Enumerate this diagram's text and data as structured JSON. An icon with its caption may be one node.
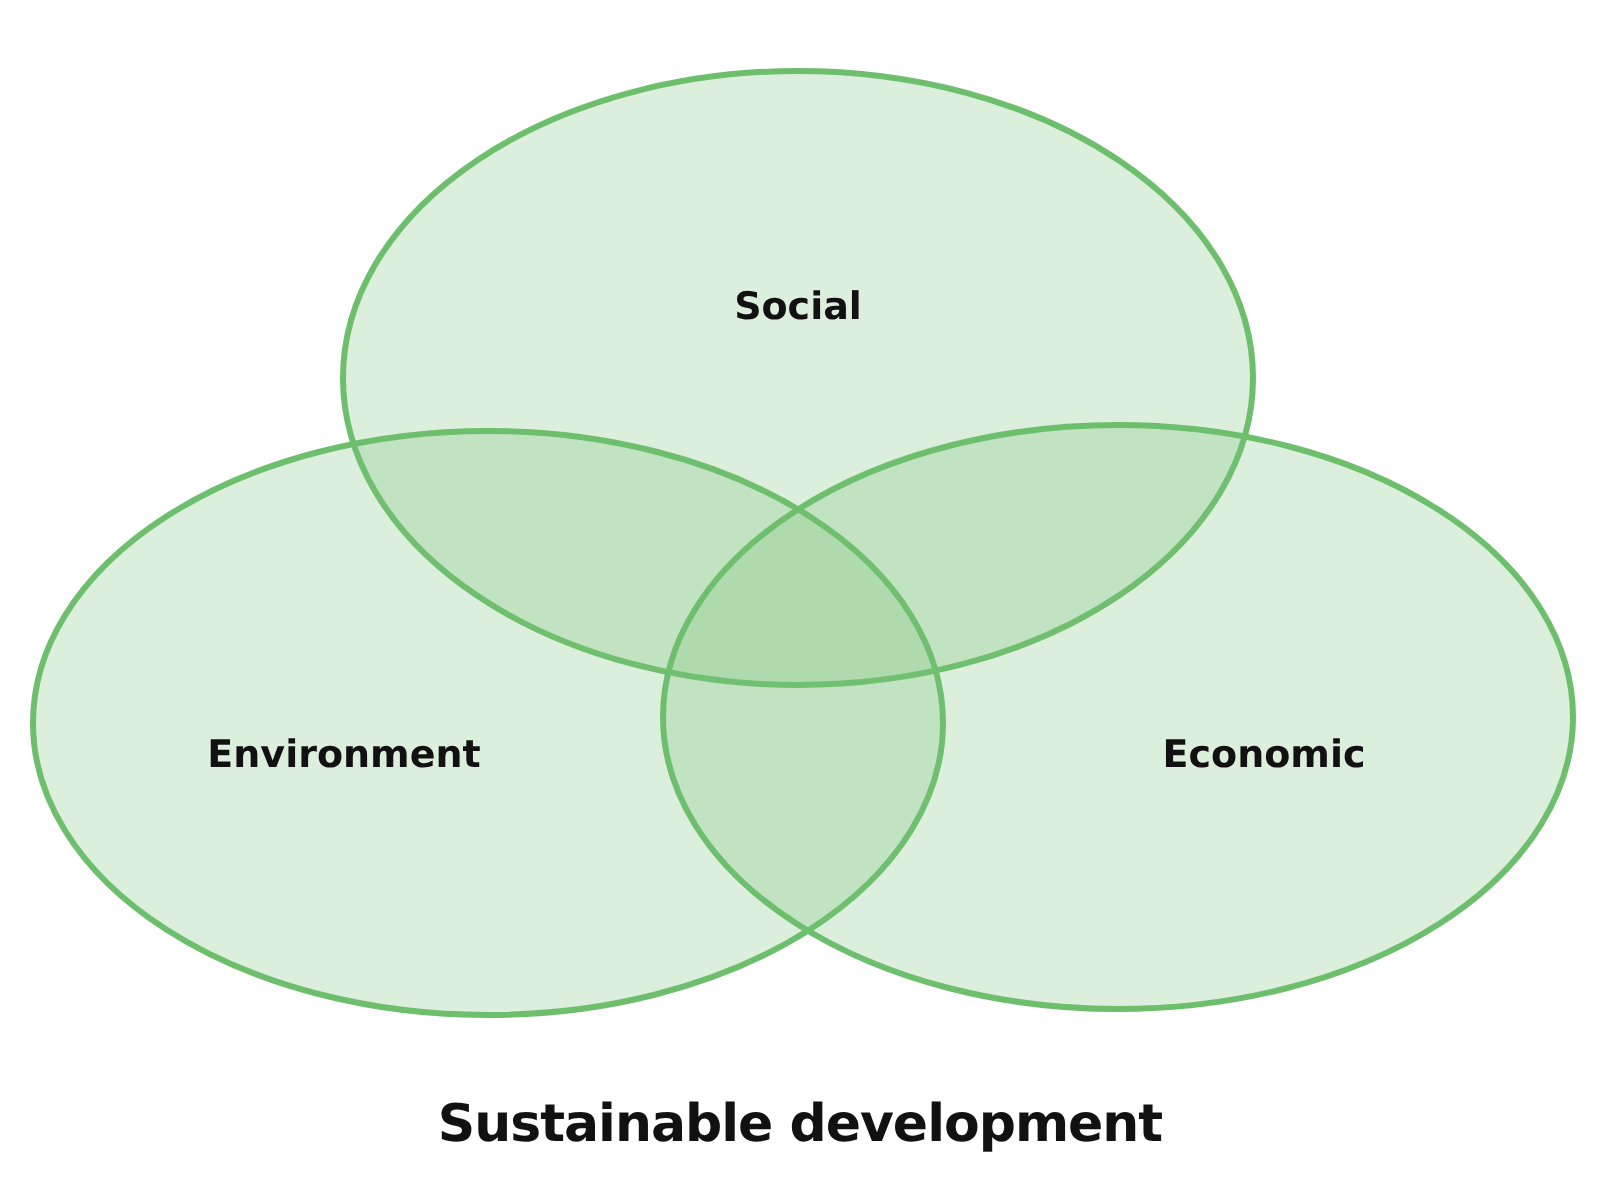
{
  "diagram": {
    "caption": "Sustainable development",
    "nodes": [
      {
        "text": [
          "Social"
        ]
      },
      {
        "text": [
          "Environment"
        ]
      },
      {
        "text": [
          "Economic"
        ]
      }
    ],
    "edges": []
  }
}
